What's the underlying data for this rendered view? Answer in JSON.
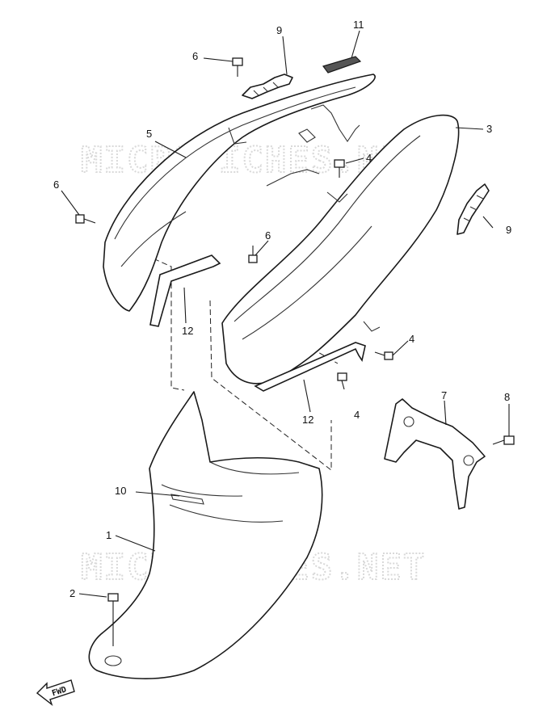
{
  "watermark": "MICROFICHES.NET",
  "fwd_label": "FWD",
  "callouts": {
    "c1": "1",
    "c2": "2",
    "c3": "3",
    "c4a": "4",
    "c4b": "4",
    "c4c": "4",
    "c5": "5",
    "c6a": "6",
    "c6b": "6",
    "c6c": "6",
    "c7": "7",
    "c8": "8",
    "c9a": "9",
    "c9b": "9",
    "c10": "10",
    "c11": "11",
    "c12a": "12",
    "c12b": "12"
  }
}
